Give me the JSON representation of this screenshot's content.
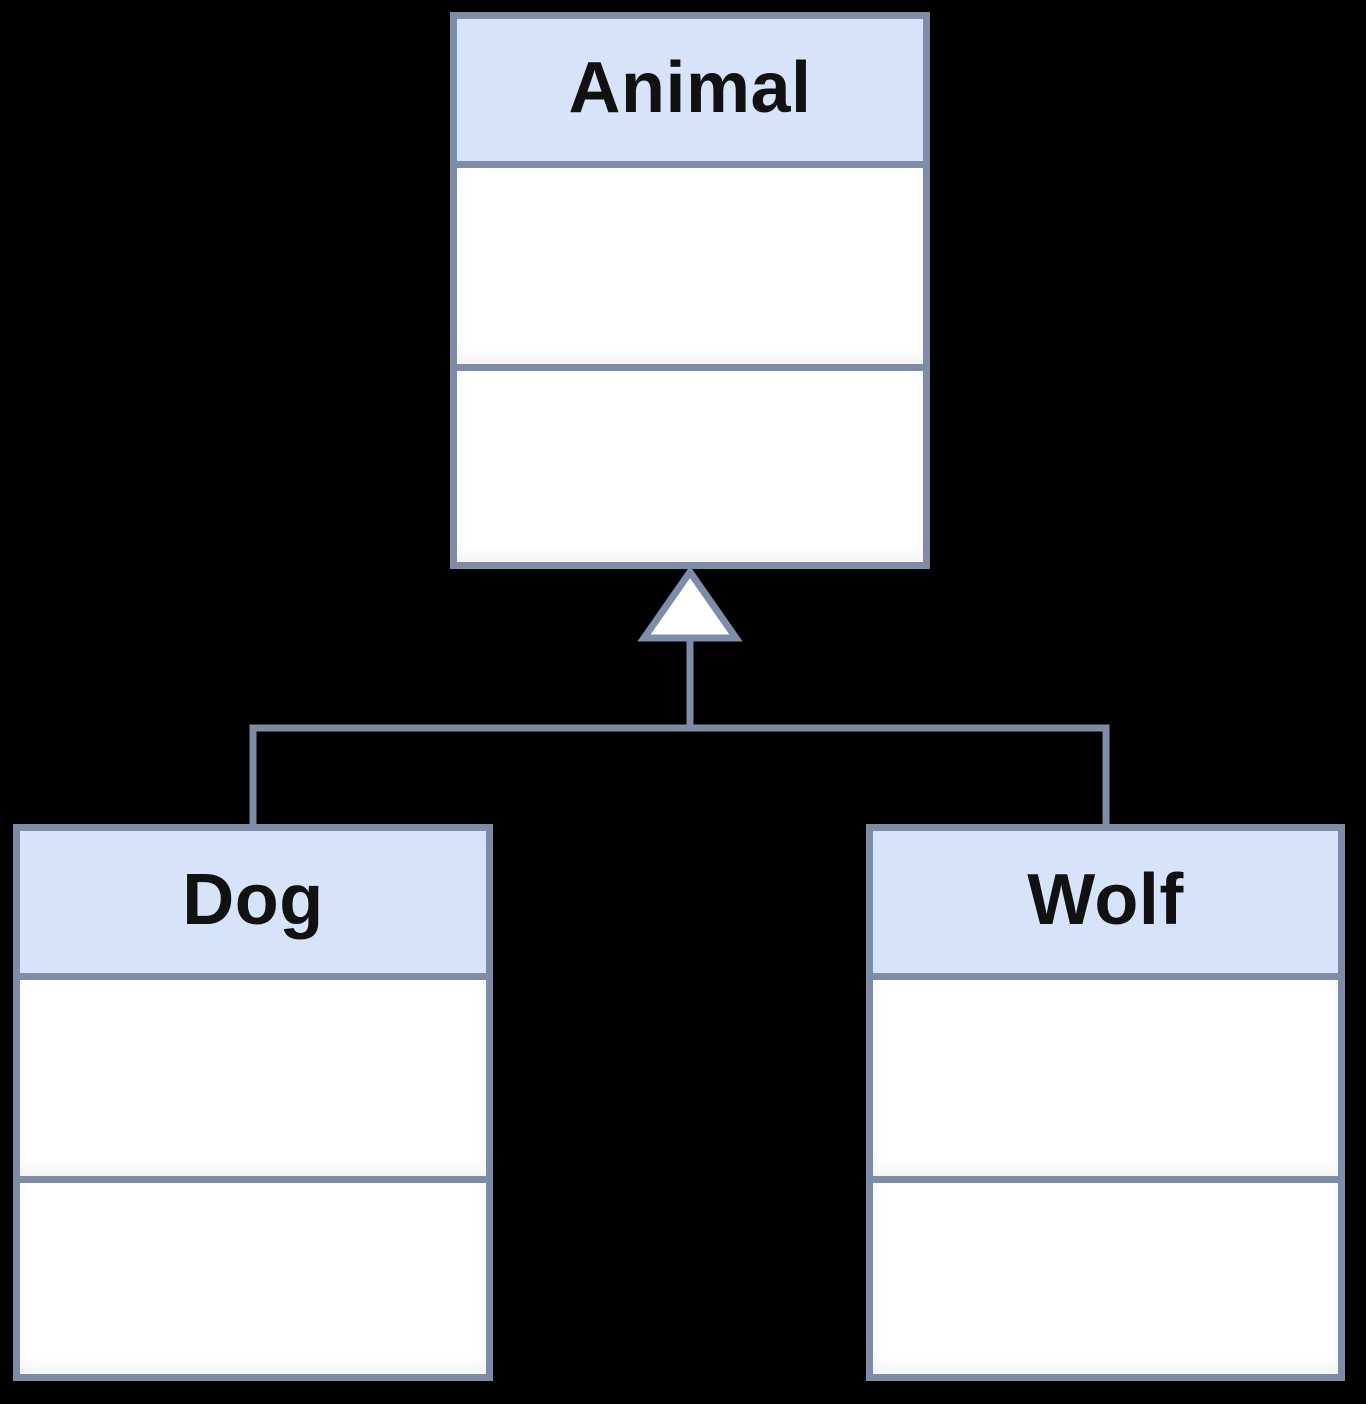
{
  "diagram": {
    "type": "uml-class-diagram",
    "colors": {
      "background": "#000000",
      "border": "#7e8ca8",
      "connector": "#7e8ca8",
      "header_fill": "#d7e3f8",
      "body_fill": "#ffffff",
      "triangle_fill": "#ffffff",
      "title_text": "#111111"
    },
    "classes": [
      {
        "name": "Animal",
        "attributes": [],
        "operations": []
      },
      {
        "name": "Dog",
        "attributes": [],
        "operations": []
      },
      {
        "name": "Wolf",
        "attributes": [],
        "operations": []
      }
    ],
    "relationships": [
      {
        "type": "generalization",
        "parent": "Animal",
        "children": [
          "Dog",
          "Wolf"
        ]
      }
    ]
  }
}
